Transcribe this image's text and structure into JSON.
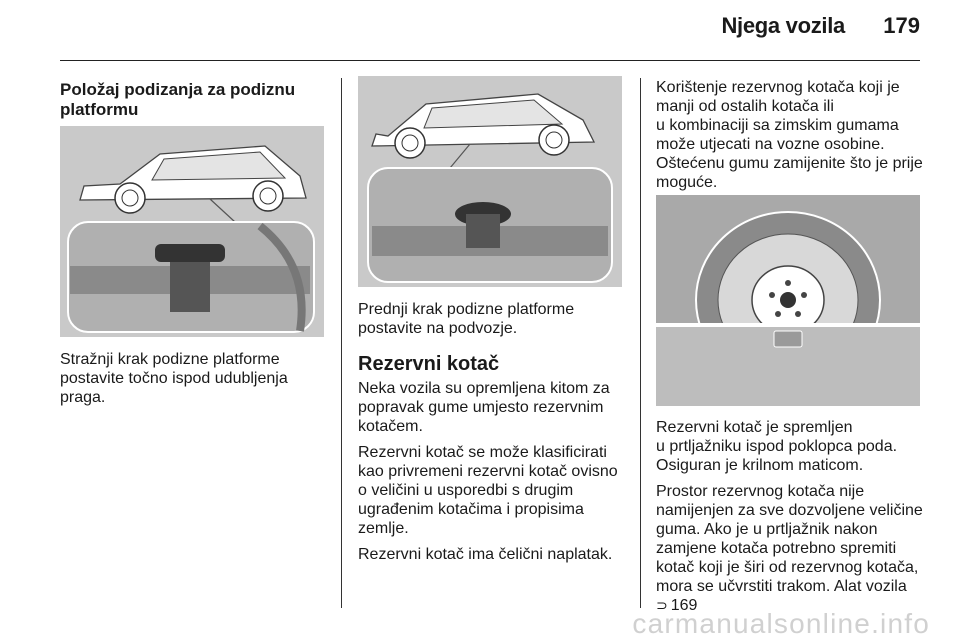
{
  "header": {
    "title": "Njega vozila",
    "page_number": "179"
  },
  "left_column": {
    "heading": "Položaj podizanja za podiznu platformu",
    "caption_lines": [
      "Stražnji krak podizne platforme",
      "postavite točno ispod udubljenja",
      "praga."
    ]
  },
  "middle_column": {
    "caption_lines": [
      "Prednji krak podizne platforme",
      "postavite na podvozje."
    ],
    "section_title": "Rezervni kotač",
    "para1_lines": [
      "Neka vozila su opremljena kitom za",
      "popravak gume umjesto rezervnim",
      "kotačem."
    ],
    "para2_lines": [
      "Rezervni kotač se može klasificirati",
      "kao privremeni rezervni kotač ovisno",
      "o veličini u usporedbi s drugim",
      "ugrađenim kotačima i propisima",
      "zemlje."
    ],
    "para3_lines": [
      "Rezervni kotač ima čelični naplatak."
    ]
  },
  "right_column": {
    "intro_lines": [
      "Korištenje rezervnog kotača koji je",
      "manji od ostalih kotača ili",
      "u kombinaciji sa zimskim gumama",
      "može utjecati na vozne osobine.",
      "Oštećenu gumu zamijenite što je prije",
      "moguće."
    ],
    "caption1_lines": [
      "Rezervni kotač je spremljen",
      "u prtljažniku ispod poklopca poda.",
      "Osiguran je krilnom maticom."
    ],
    "caption2_lines": [
      "Prostor rezervnog kotača nije",
      "namijenjen za sve dozvoljene veličine",
      "guma. Ako je u prtljažnik nakon",
      "zamjene kotača potrebno spremiti",
      "kotač koji je širi od rezervnog kotača,",
      "mora se učvrstiti trakom. Alat vozila"
    ],
    "reference": {
      "icon": "page-reference-arrow-icon",
      "symbol": "⊃",
      "page": "169"
    }
  },
  "watermark": "carmanualsonline.info"
}
